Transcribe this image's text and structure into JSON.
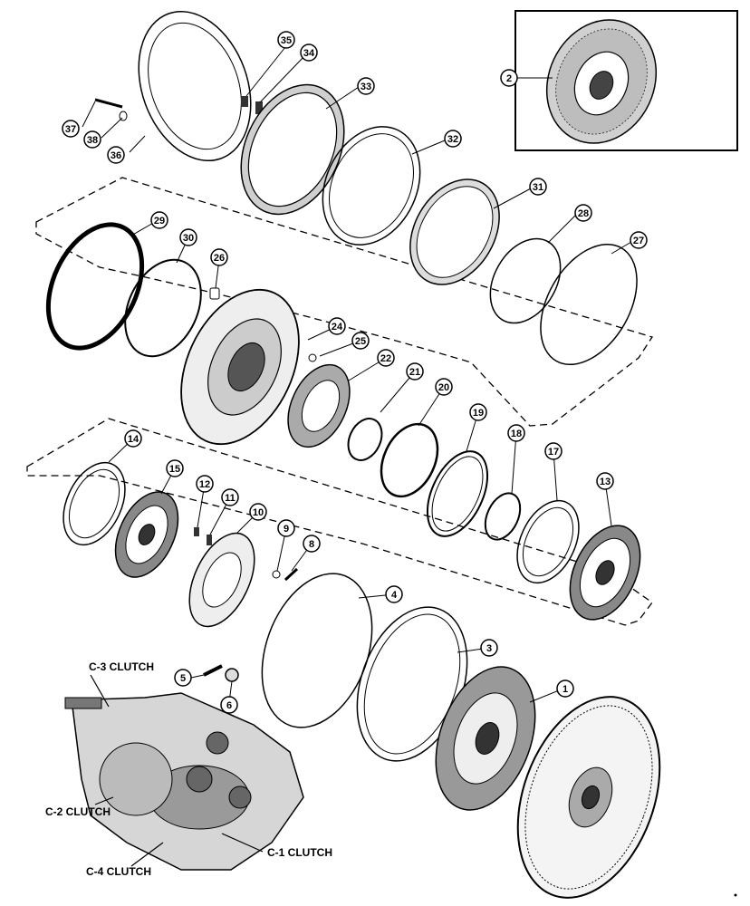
{
  "callouts": {
    "c1": "1",
    "c2": "2",
    "c3": "3",
    "c4": "4",
    "c5": "5",
    "c6": "6",
    "c8": "8",
    "c9": "9",
    "c10": "10",
    "c11": "11",
    "c12": "12",
    "c13": "13",
    "c14": "14",
    "c15": "15",
    "c17": "17",
    "c18": "18",
    "c19": "19",
    "c20": "20",
    "c21": "21",
    "c22": "22",
    "c24": "24",
    "c25": "25",
    "c26": "26",
    "c27": "27",
    "c28": "28",
    "c29": "29",
    "c30": "30",
    "c31": "31",
    "c32": "32",
    "c33": "33",
    "c34": "34",
    "c35": "35",
    "c36": "36",
    "c37": "37",
    "c38": "38"
  },
  "clutch_labels": {
    "c3": "C-3  CLUTCH",
    "c2": "C-2  CLUTCH",
    "c1": "C-1  CLUTCH",
    "c4": "C-4  CLUTCH"
  }
}
